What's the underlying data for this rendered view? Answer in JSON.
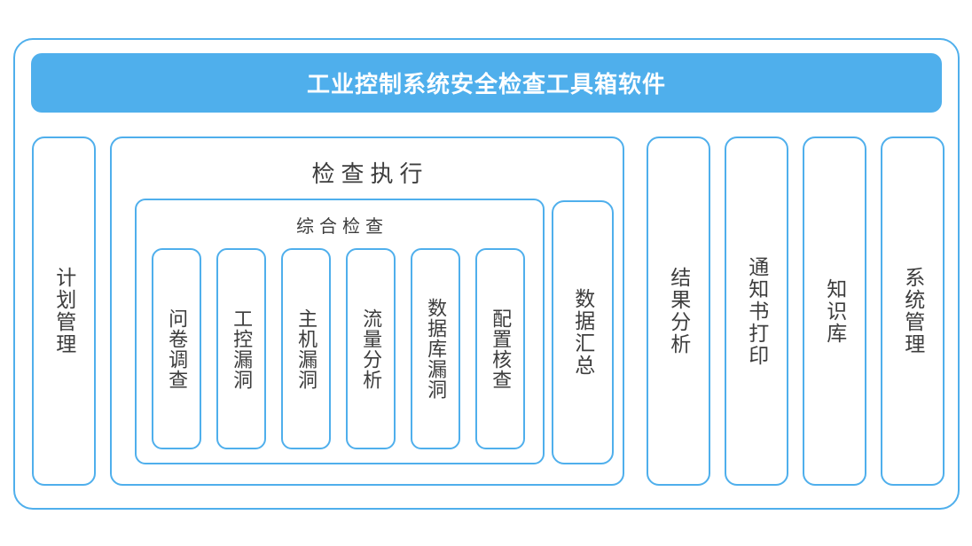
{
  "colors": {
    "accent": "#4FAFEC",
    "title_text": "#FFFFFF",
    "body_text": "#3D3D3D",
    "background": "#FFFFFF"
  },
  "header": {
    "title": "工业控制系统安全检查工具箱软件"
  },
  "modules": {
    "plan_management": "计划管理",
    "result_analysis": "结果分析",
    "notice_print": "通知书打印",
    "knowledge_base": "知识库",
    "system_management": "系统管理"
  },
  "execution": {
    "title": "检查执行",
    "data_summary": "数据汇总",
    "comprehensive": {
      "title": "综合检查",
      "items": [
        {
          "label": "问卷调查"
        },
        {
          "label": "工控漏洞"
        },
        {
          "label": "主机漏洞"
        },
        {
          "label": "流量分析"
        },
        {
          "label": "数据库漏洞"
        },
        {
          "label": "配置核查"
        }
      ]
    }
  }
}
